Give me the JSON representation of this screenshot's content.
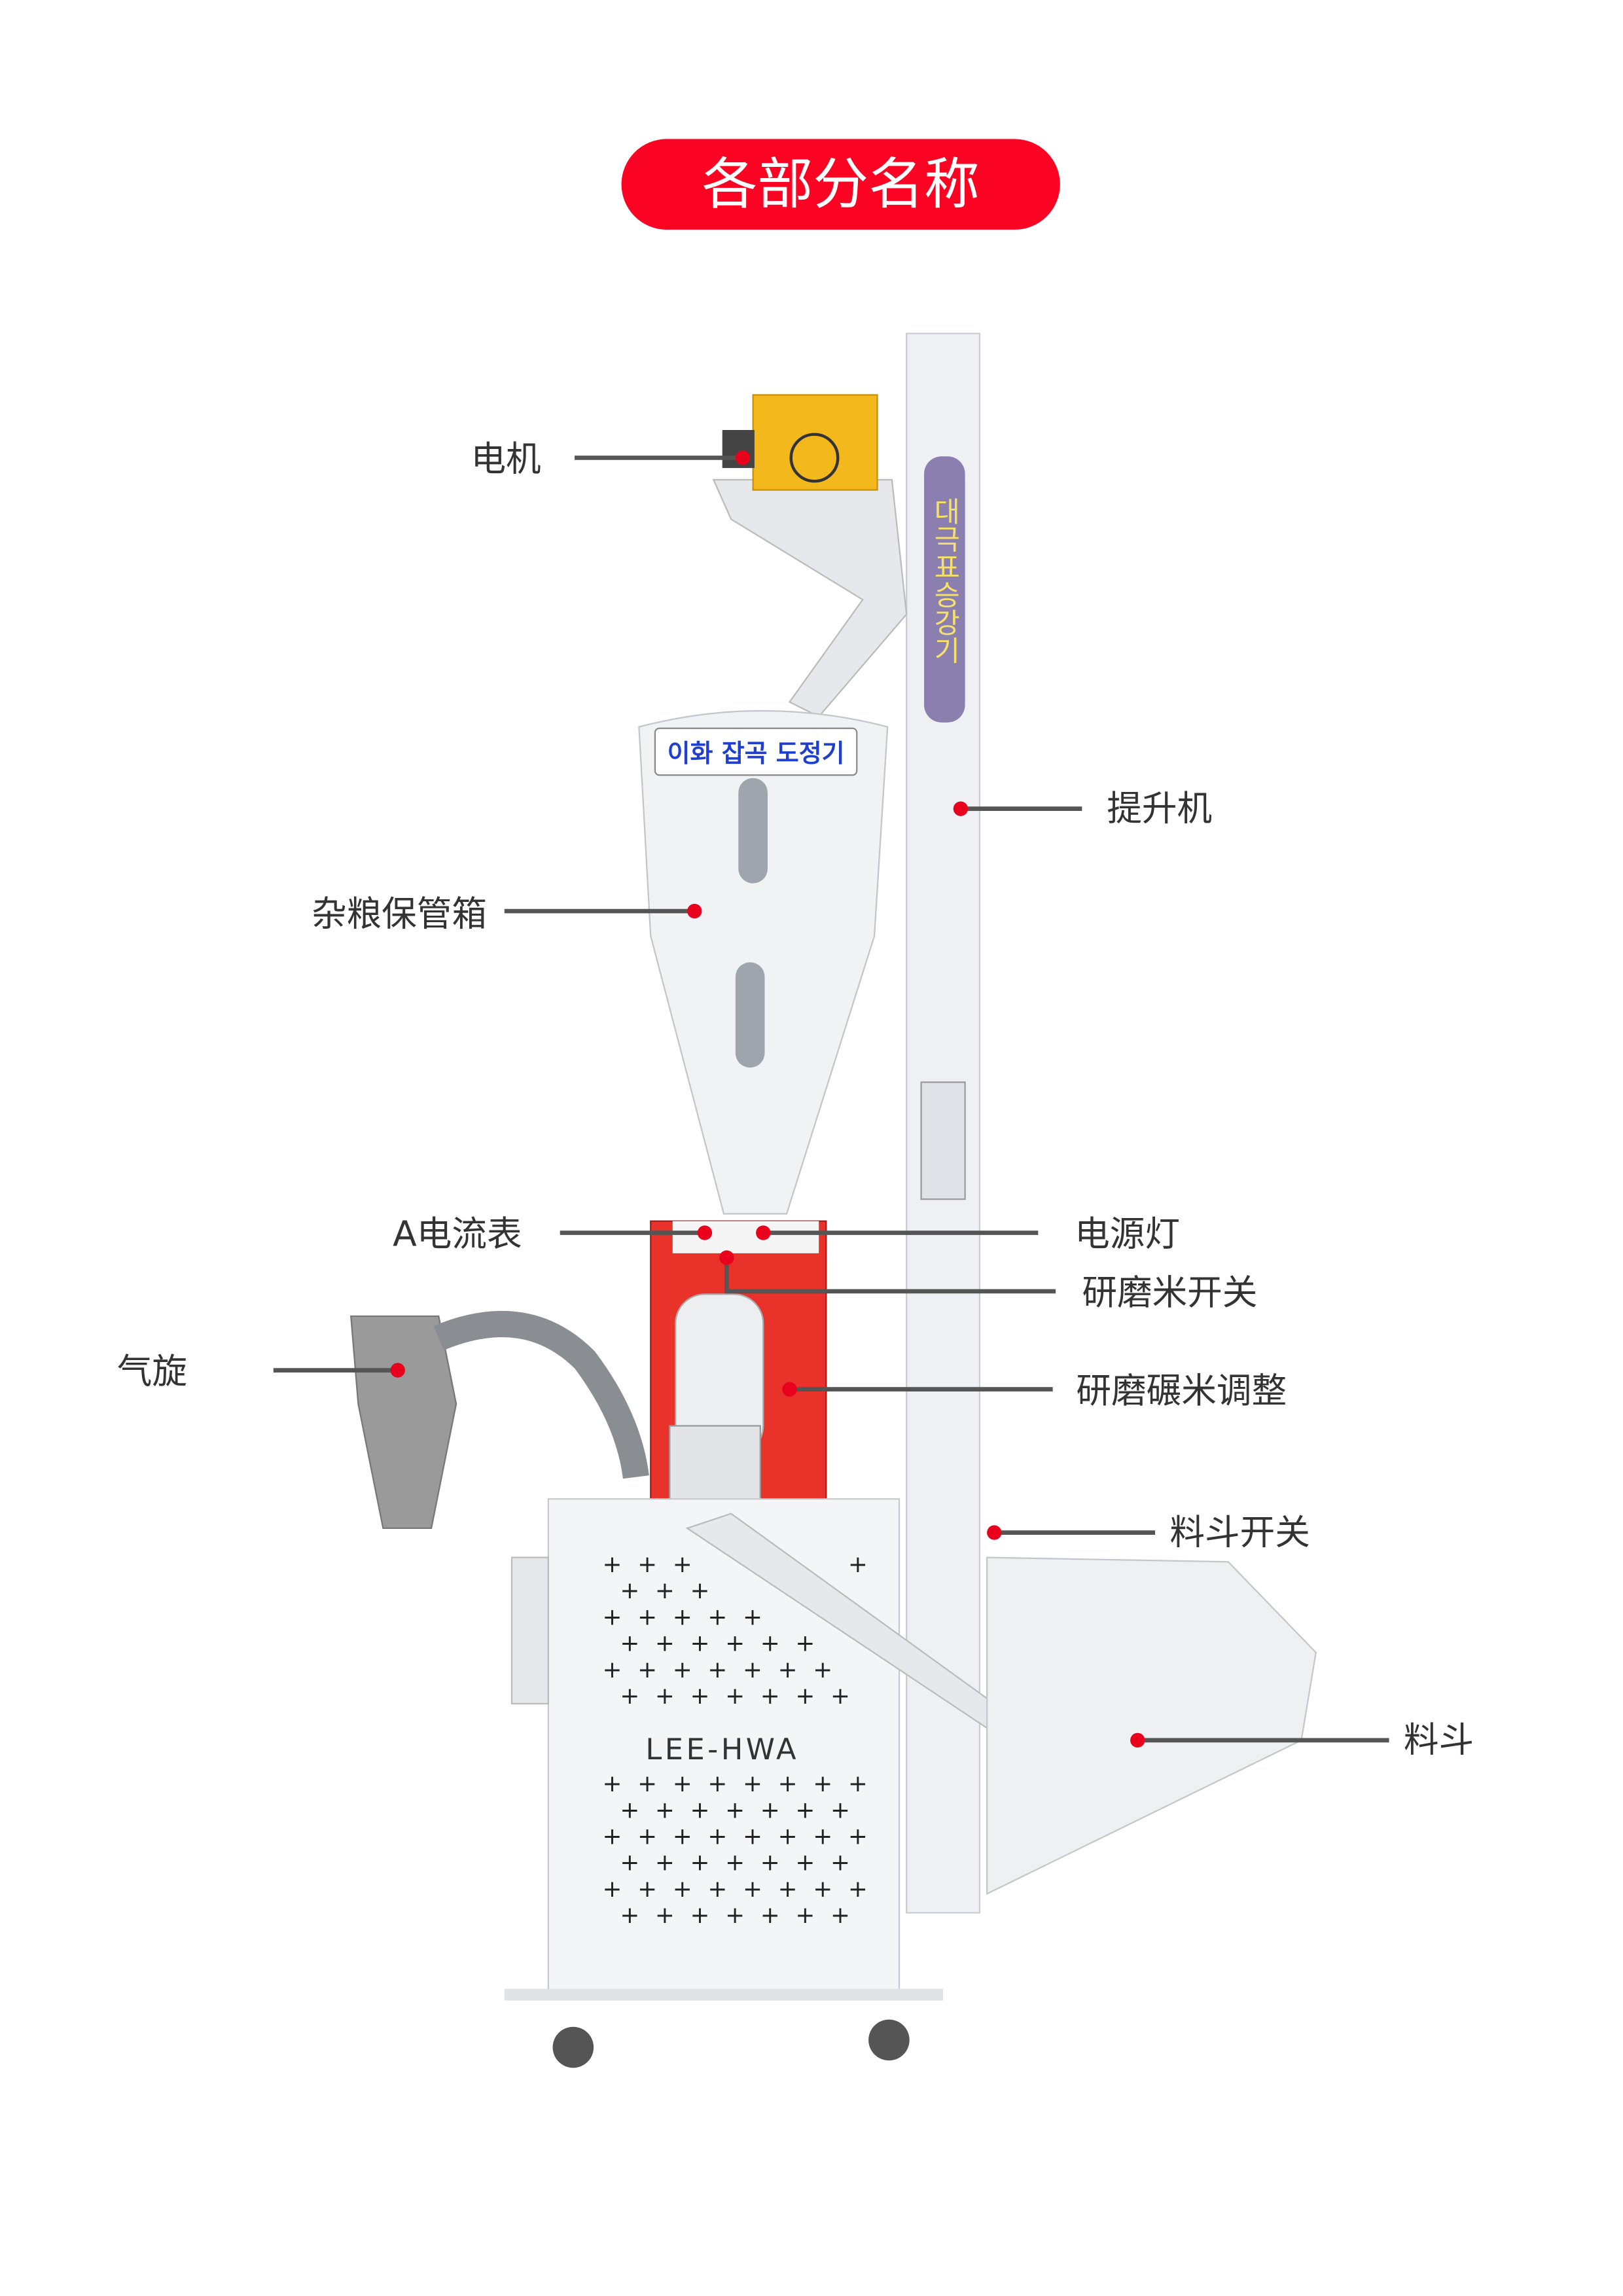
{
  "title": "各部分名称",
  "colors": {
    "accent": "#fb0322",
    "leader": "#555555",
    "motor": "#f2b81c",
    "machine_red": "#e8322a",
    "cyclone": "#9a9a9a"
  },
  "labels": {
    "motor": "电机",
    "elevator": "提升机",
    "grain_storage_box": "杂粮保管箱",
    "ammeter": "A电流表",
    "power_light": "电源灯",
    "grinding_switch": "研磨米开关",
    "grinding_adjust": "研磨碾米调整",
    "cyclone": "气旋",
    "hopper_switch": "料斗开关",
    "hopper": "料斗"
  },
  "machine_markings": {
    "hopper_sign": "이화 잡곡 도정기",
    "elevator_sign": "대극표승강기",
    "cabinet_brand": "LEE-HWA"
  }
}
